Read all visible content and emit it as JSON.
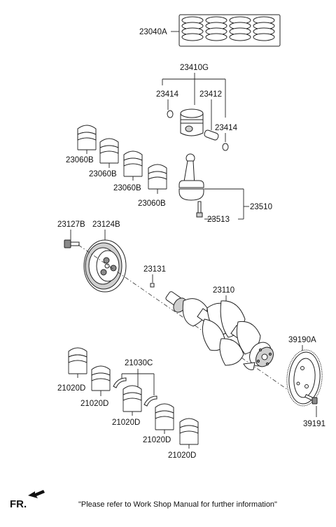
{
  "labels": {
    "piston_ring_set": "23040A",
    "piston_assy": "23410G",
    "snap_ring_left": "23414",
    "piston_pin": "23412",
    "snap_ring_right": "23414",
    "rod_bearing_1": "23060B",
    "rod_bearing_2": "23060B",
    "rod_bearing_3": "23060B",
    "rod_bearing_4": "23060B",
    "connecting_rod": "23510",
    "rod_bolt": "23513",
    "pulley_bolt": "23127B",
    "damper_pulley": "23124B",
    "key": "23131",
    "crankshaft": "23110",
    "drive_plate": "39190A",
    "drive_plate_bolt": "39191",
    "thrust_washer": "21030C",
    "main_bearing_1": "21020D",
    "main_bearing_2": "21020D",
    "main_bearing_3": "21020D",
    "main_bearing_4": "21020D",
    "main_bearing_5": "21020D"
  },
  "footer": {
    "front_label": "FR.",
    "note": "\"Please refer to Work Shop Manual for further information\""
  },
  "icons": {
    "front_arrow": "front-arrow-icon"
  }
}
